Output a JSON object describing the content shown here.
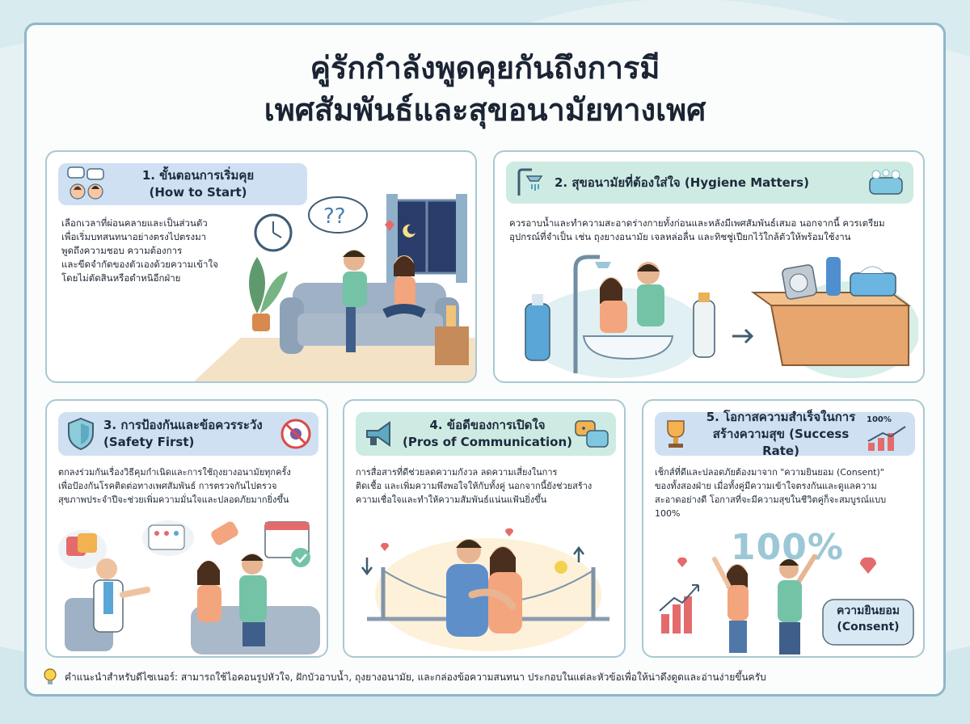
{
  "title": {
    "line1": "คู่รักกำลังพูดคุยกันถึงการมี",
    "line2": "เพศสัมพันธ์และสุขอนามัยทางเพศ"
  },
  "colors": {
    "frame": "#8fb7c8",
    "head_blue": "#cfe0f3",
    "head_green": "#cdebe2",
    "accent_teal": "#6fb8c9",
    "accent_orange": "#f0a47a"
  },
  "cards": {
    "c1": {
      "title": "1. ขั้นตอนการเริ่มคุย",
      "subtitle": "(How to Start)",
      "icon": "chat-faces-icon",
      "lines": [
        "เลือกเวลาที่ผ่อนคลายและเป็นส่วนตัว",
        "เพื่อเริ่มบทสนทนาอย่างตรงไปตรงมา",
        "พูดถึงความชอบ ความต้องการ",
        "และขีดจำกัดของตัวเองด้วยความเข้าใจ",
        "โดยไม่ตัดสินหรือตำหนิอีกฝ่าย"
      ]
    },
    "c2": {
      "title": "2. สุขอนามัยที่ต้องใส่ใจ (Hygiene Matters)",
      "icon": "shower-icon",
      "lines": [
        "ควรอาบน้ำและทำความสะอาดร่างกายทั้งก่อนและหลังมีเพศสัมพันธ์เสมอ นอกจากนี้ ควรเตรียม",
        "อุปกรณ์ที่จำเป็น เช่น ถุงยางอนามัย เจลหล่อลื่น และทิชชู่เปียกไว้ใกล้ตัวให้พร้อมใช้งาน"
      ]
    },
    "c3": {
      "title": "3. การป้องกันและข้อควรระวัง",
      "subtitle": "(Safety First)",
      "icon": "shield-icon",
      "lines": [
        "ตกลงร่วมกันเรื่องวิธีคุมกำเนิดและการใช้ถุงยางอนามัยทุกครั้ง",
        "เพื่อป้องกันโรคติดต่อทางเพศสัมพันธ์ การตรวจกันไปตรวจ",
        "สุขภาพประจำปีจะช่วยเพิ่มความมั่นใจและปลอดภัยมากยิ่งขึ้น"
      ]
    },
    "c4": {
      "title": "4. ข้อดีของการเปิดใจ",
      "subtitle": "(Pros of Communication)",
      "icon": "megaphone-icon",
      "lines": [
        "การสื่อสารที่ดีช่วยลดความกังวล ลดความเสี่ยงในการ",
        "ติดเชื้อ และเพิ่มความพึงพอใจให้กับทั้งคู่ นอกจากนี้ยังช่วยสร้าง",
        "ความเชื่อใจและทำให้ความสัมพันธ์แน่นแฟ้นยิ่งขึ้น"
      ]
    },
    "c5": {
      "title": "5. โอกาสความสำเร็จในการ",
      "subtitle": "สร้างความสุข (Success Rate)",
      "icon": "trophy-icon",
      "chart_label": "100%",
      "lines": [
        "เช็กส์ที่ดีและปลอดภัยต้องมาจาก \"ความยินยอม (Consent)\"",
        "ของทั้งสองฝ่าย เมื่อทั้งคู่มีความเข้าใจตรงกันและดูแลความ",
        "สะอาดอย่างดี โอกาสที่จะมีความสุขในชีวิตคู่ก็จะสมบูรณ์แบบ",
        "100%"
      ],
      "big_percent": "100%",
      "bubble_line1": "ความยินยอม",
      "bubble_line2": "(Consent)"
    }
  },
  "footer": {
    "text": "คำแนะนำสำหรับดีไซเนอร์: สามารถใช้ไอคอนรูปหัวใจ, ฝักบัวอาบน้ำ, ถุงยางอนามัย, และกล่องข้อความสนทนา ประกอบในแต่ละหัวข้อเพื่อให้น่าดึงดูดและอ่านง่ายขึ้นครับ",
    "icon": "lightbulb-icon"
  }
}
